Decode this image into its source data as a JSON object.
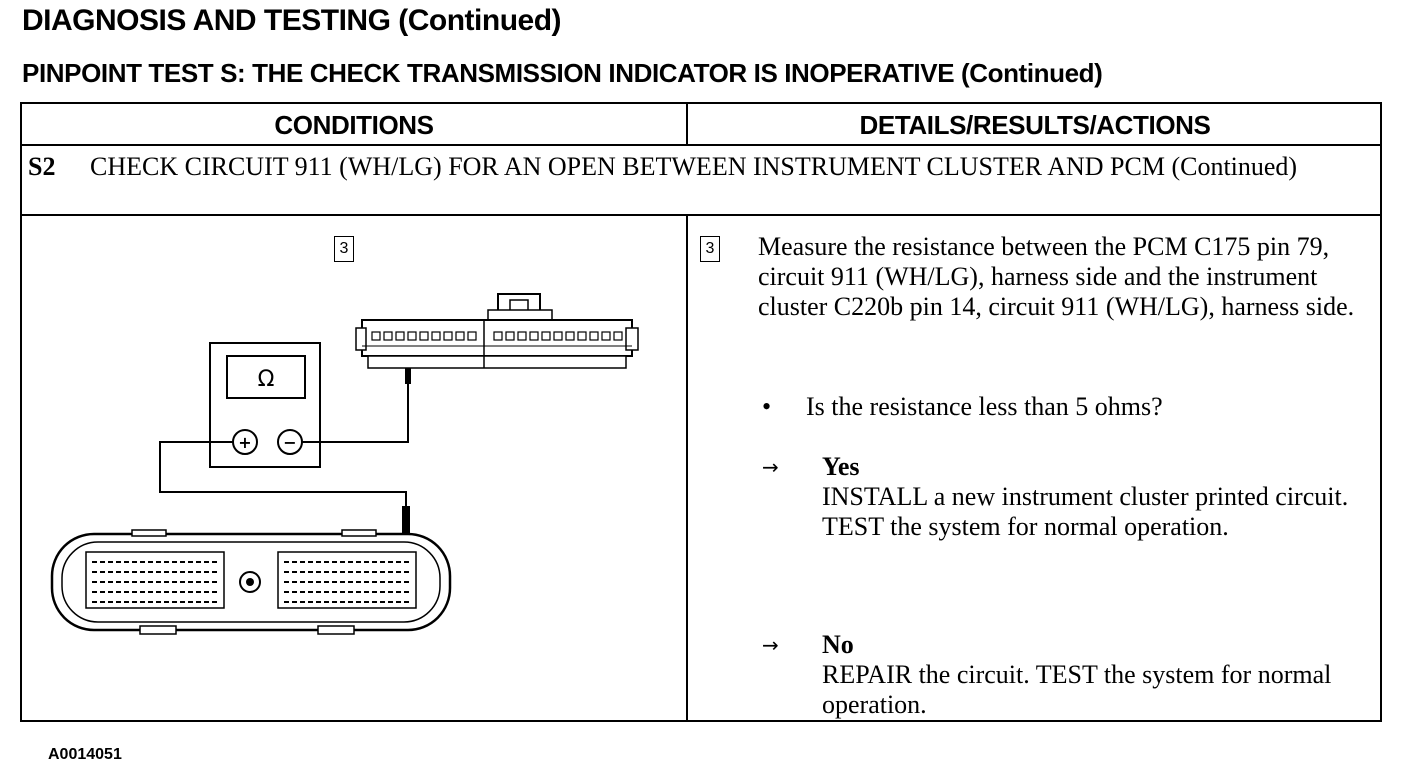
{
  "header": {
    "title": "DIAGNOSIS AND TESTING (Continued)",
    "subtitle": "PINPOINT TEST S:  THE CHECK TRANSMISSION INDICATOR IS INOPERATIVE (Continued)"
  },
  "table": {
    "col_conditions": "CONDITIONS",
    "col_details": "DETAILS/RESULTS/ACTIONS"
  },
  "step": {
    "id": "S2",
    "title": "CHECK CIRCUIT 911 (WH/LG) FOR AN OPEN BETWEEN INSTRUMENT CLUSTER AND PCM (Continued)"
  },
  "conditions": {
    "step_number": "3",
    "meter_symbol": "Ω",
    "plus_symbol": "+",
    "minus_symbol": "−",
    "figure_id": "A0014051"
  },
  "details": {
    "step_number": "3",
    "instruction": "Measure the resistance between the PCM C175 pin 79, circuit 911 (WH/LG), harness side and the instrument cluster C220b pin 14, circuit 911 (WH/LG), harness side.",
    "question_bullet": "•",
    "question": "Is the resistance less than 5 ohms?",
    "arrow_symbol": "→",
    "yes_label": "Yes",
    "yes_action": "INSTALL a new instrument cluster printed circuit. TEST the system for normal operation.",
    "no_label": "No",
    "no_action": "REPAIR the circuit. TEST the system for normal operation."
  }
}
